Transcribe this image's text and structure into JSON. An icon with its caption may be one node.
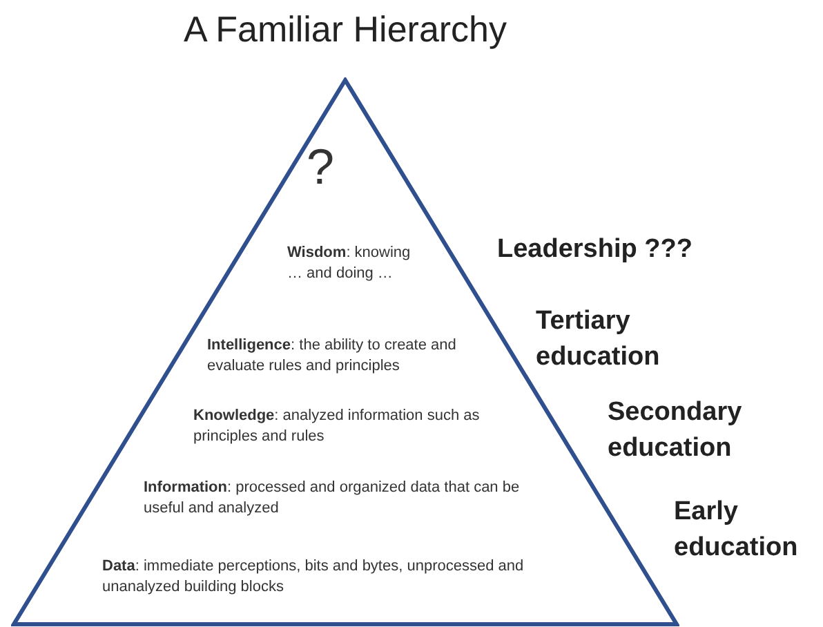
{
  "diagram": {
    "title": "A Familiar Hierarchy",
    "nodes": [
      {
        "text": [
          "?",
          "**Wisdom**: knowing … and doing …",
          "**Intelligence**: the ability to create and evaluate rules and principles",
          "**Knowledge**: analyzed information such as principles and rules",
          "**Information**: processed and organized data that can be useful and analyzed",
          "**Data**: immediate perceptions, bits and bytes, unprocessed and unanalyzed building blocks"
        ]
      }
    ],
    "labels": [
      "Leadership ???",
      "Tertiary education",
      "Secondary education",
      "Early education"
    ]
  }
}
